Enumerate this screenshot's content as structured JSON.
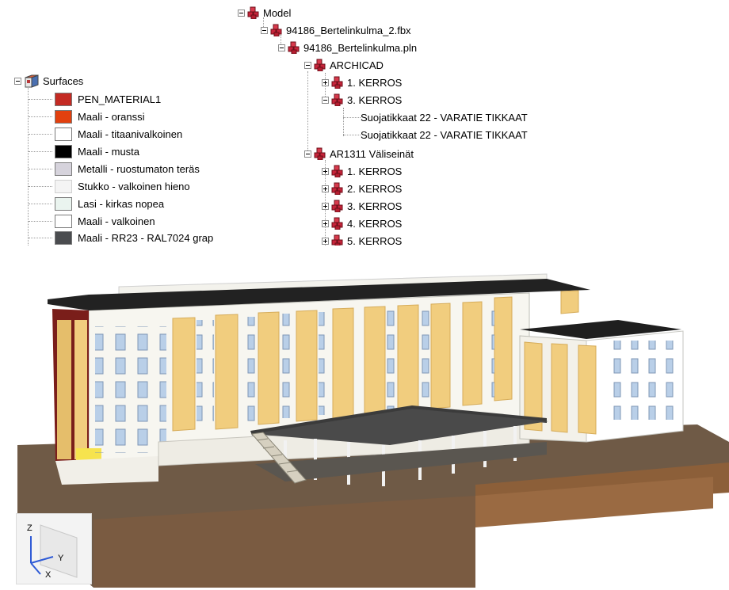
{
  "surfaces_panel": {
    "root_label": "Surfaces",
    "items": [
      {
        "label": "PEN_MATERIAL1",
        "color": "#c42a23"
      },
      {
        "label": "Maali - oranssi",
        "color": "#e2400e"
      },
      {
        "label": "Maali - titaanivalkoinen",
        "color": "#ffffff"
      },
      {
        "label": "Maali - musta",
        "color": "#000000"
      },
      {
        "label": "Metalli - ruostumaton teräs",
        "color": "#d6d3dc"
      },
      {
        "label": "Stukko - valkoinen hieno",
        "color": "#f4f4f4"
      },
      {
        "label": "Lasi - kirkas nopea",
        "color": "#eaf4ef"
      },
      {
        "label": "Maali - valkoinen",
        "color": "#ffffff"
      },
      {
        "label": "Maali - RR23 - RAL7024 grap",
        "color": "#4a4c4f"
      }
    ]
  },
  "model_tree": {
    "root": "Model",
    "fbx": "94186_Bertelinkulma_2.fbx",
    "pln": "94186_Bertelinkulma.pln",
    "archicad": {
      "label": "ARCHICAD",
      "kerros1": "1. KERROS",
      "kerros3": "3. KERROS",
      "kerros3_children": [
        "Suojatikkaat 22 - VARATIE TIKKAAT",
        "Suojatikkaat 22 - VARATIE TIKKAAT"
      ]
    },
    "ar1311": {
      "label": "AR1311 Väliseinät",
      "children": [
        "1. KERROS",
        "2. KERROS",
        "3. KERROS",
        "4. KERROS",
        "5. KERROS"
      ]
    }
  },
  "viewport": {
    "axes": {
      "z": "Z",
      "y": "Y",
      "x": "X"
    },
    "colors": {
      "facade_white": "#f7f6f0",
      "yellow_panel": "#f1cd7e",
      "window_blue": "#b9cfe8",
      "roof": "#222222",
      "ground": "#6f5a46",
      "ground_side": "#8c5f39",
      "deck": "#4a4a4a",
      "brick": "#7a1e1a"
    }
  }
}
